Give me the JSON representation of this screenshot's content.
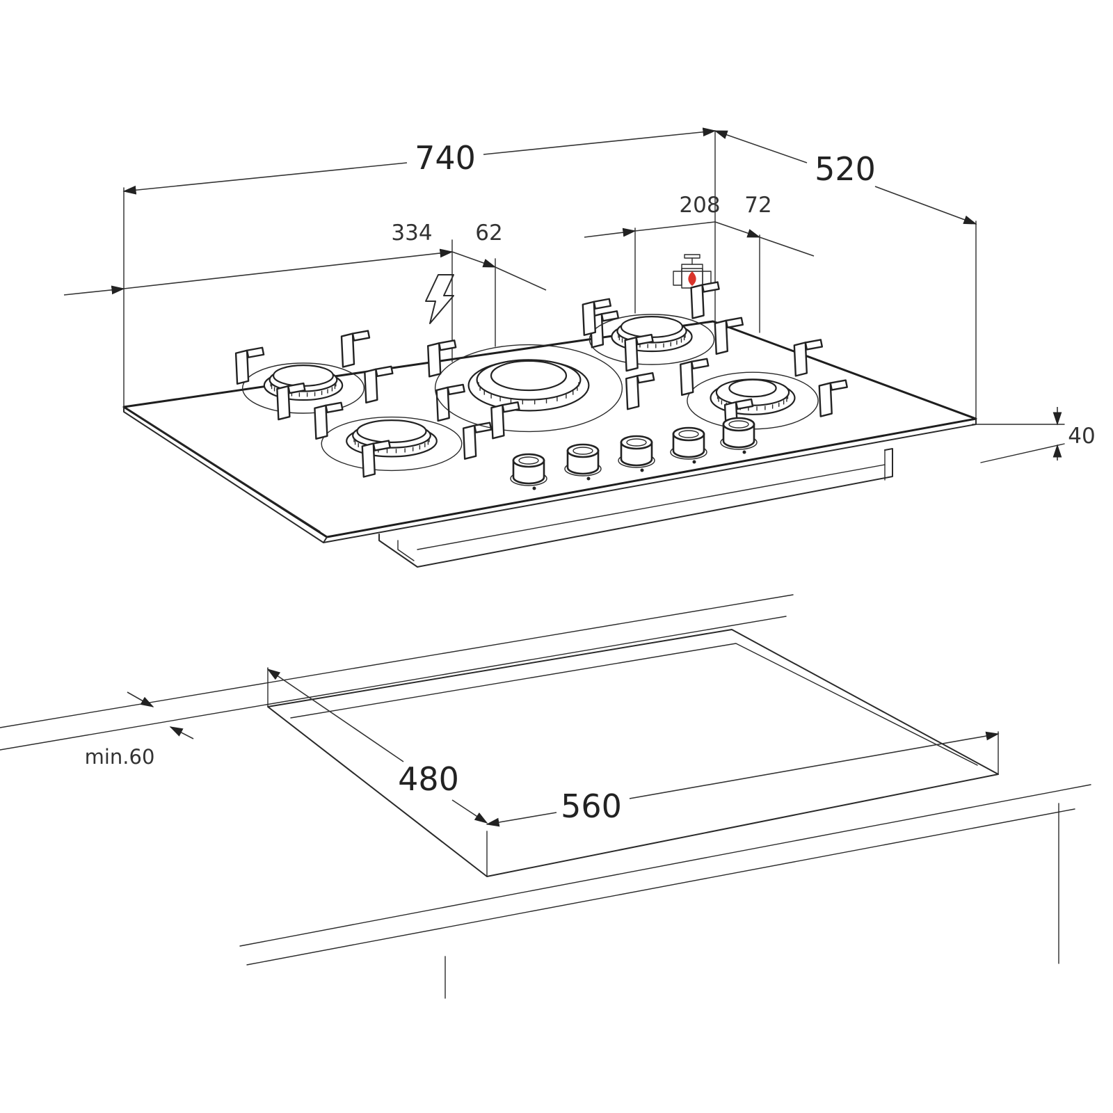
{
  "dimensions": {
    "width": "740",
    "depth": "520",
    "electric_offset_x": "334",
    "electric_offset_y": "62",
    "gas_offset_x": "208",
    "gas_offset_y": "72",
    "height": "40",
    "cutout_depth": "480",
    "cutout_width": "560",
    "min_edge_distance": "min.60"
  },
  "icons": {
    "electric": "lightning-bolt-icon",
    "gas": "gas-valve-icon"
  },
  "colors": {
    "gas_flame_accent": "#d9342b"
  }
}
